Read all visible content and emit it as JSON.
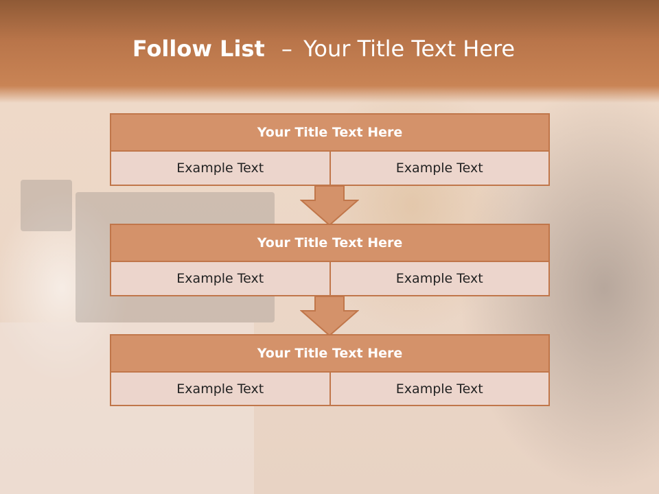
{
  "slide": {
    "title_bold": "Follow List",
    "title_dash": "–",
    "title_rest": "Your Title Text Here"
  },
  "blocks": [
    {
      "title": "Your Title Text Here",
      "left": "Example Text",
      "right": "Example Text"
    },
    {
      "title": "Your Title Text Here",
      "left": "Example Text",
      "right": "Example Text"
    },
    {
      "title": "Your Title Text Here",
      "left": "Example Text",
      "right": "Example Text"
    }
  ],
  "colors": {
    "header_fill": "#d4926a",
    "border": "#c0764a",
    "cell_fill": "#ecd5cc",
    "title_bar": "#c98455"
  },
  "icons": {
    "connector": "down-arrow-icon"
  }
}
